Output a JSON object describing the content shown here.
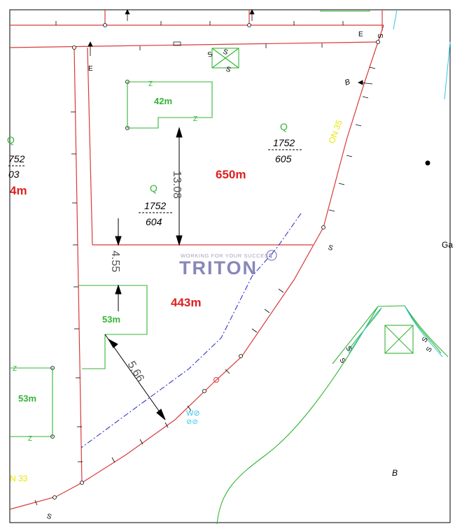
{
  "map": {
    "areas": {
      "main_plot": "650m",
      "lower_plot": "443m",
      "building_top": "42m",
      "building_middle": "53m",
      "building_left": "53m",
      "left_plot_area": "4m"
    },
    "parcels": {
      "right_numerator": "1752",
      "right_denominator": "605",
      "center_numerator": "1752",
      "center_denominator": "604",
      "left_numerator": "752",
      "left_denominator": "03"
    },
    "dimensions": {
      "vertical": "13.08",
      "left_gap": "4.55",
      "diagonal": "5.66"
    },
    "land_use": {
      "symbol_right": "Q",
      "symbol_center": "Q",
      "symbol_left": "Q"
    },
    "street_labels": {
      "right": "ON 35",
      "left": "N 33"
    },
    "misc_labels": {
      "building_letter": "B",
      "building_letter_right": "B",
      "road_letter": "E",
      "corner_letters": "E",
      "z_marker": "Z",
      "s_marker": "S",
      "water_symbol": "W⊘",
      "water_symbol_2": "⊘⊘",
      "gas_label": "Ga"
    },
    "watermark": {
      "tagline": "WORKING FOR YOUR SUCCESS",
      "brand": "TRITON",
      "mark": "T"
    },
    "colors": {
      "boundary": "#d83a3a",
      "building": "#35b335",
      "dimension": "#000000",
      "dimension_text": "#555555",
      "area_text": "#e02020",
      "utility_line": "#2424c8",
      "cyan_symbol": "#2ec6e8",
      "street_text": "#e6e600",
      "watermark": "#6a6aa8"
    }
  }
}
